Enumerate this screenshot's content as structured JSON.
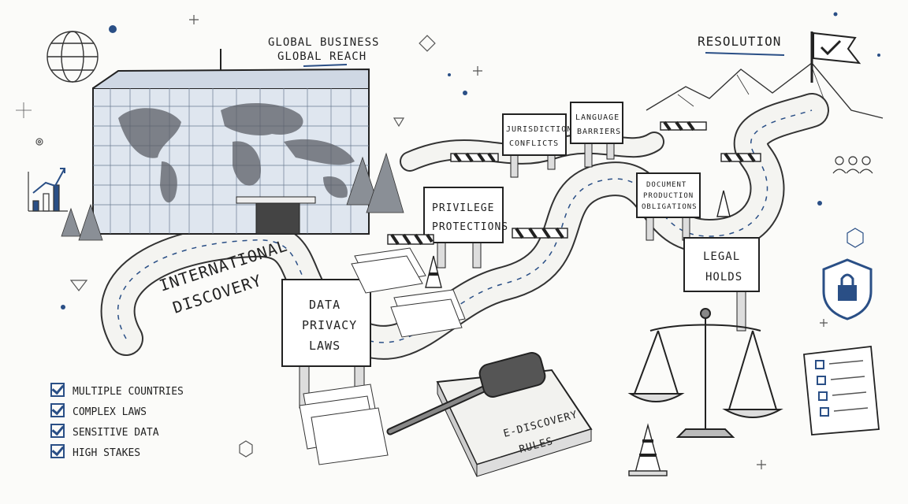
{
  "header": {
    "global_line1": "Global Business",
    "global_line2": "Global Reach",
    "resolution": "Resolution"
  },
  "road": {
    "label_line1": "International",
    "label_line2": "Discovery"
  },
  "signs": {
    "data_privacy": [
      "Data",
      "Privacy",
      "Laws"
    ],
    "privilege": [
      "Privilege",
      "Protections"
    ],
    "jurisdiction": [
      "Jurisdiction",
      "Conflicts"
    ],
    "language": [
      "Language",
      "Barriers"
    ],
    "document": [
      "Document",
      "Production",
      "Obligations"
    ],
    "legal_holds": [
      "Legal",
      "Holds"
    ]
  },
  "book": {
    "title_line1": "E-Discovery",
    "title_line2": "Rules"
  },
  "checklist": [
    "Multiple Countries",
    "Complex Laws",
    "Sensitive Data",
    "High Stakes"
  ],
  "colors": {
    "ink": "#222222",
    "accent": "#2a4f86",
    "paper": "#fbfbf9"
  }
}
